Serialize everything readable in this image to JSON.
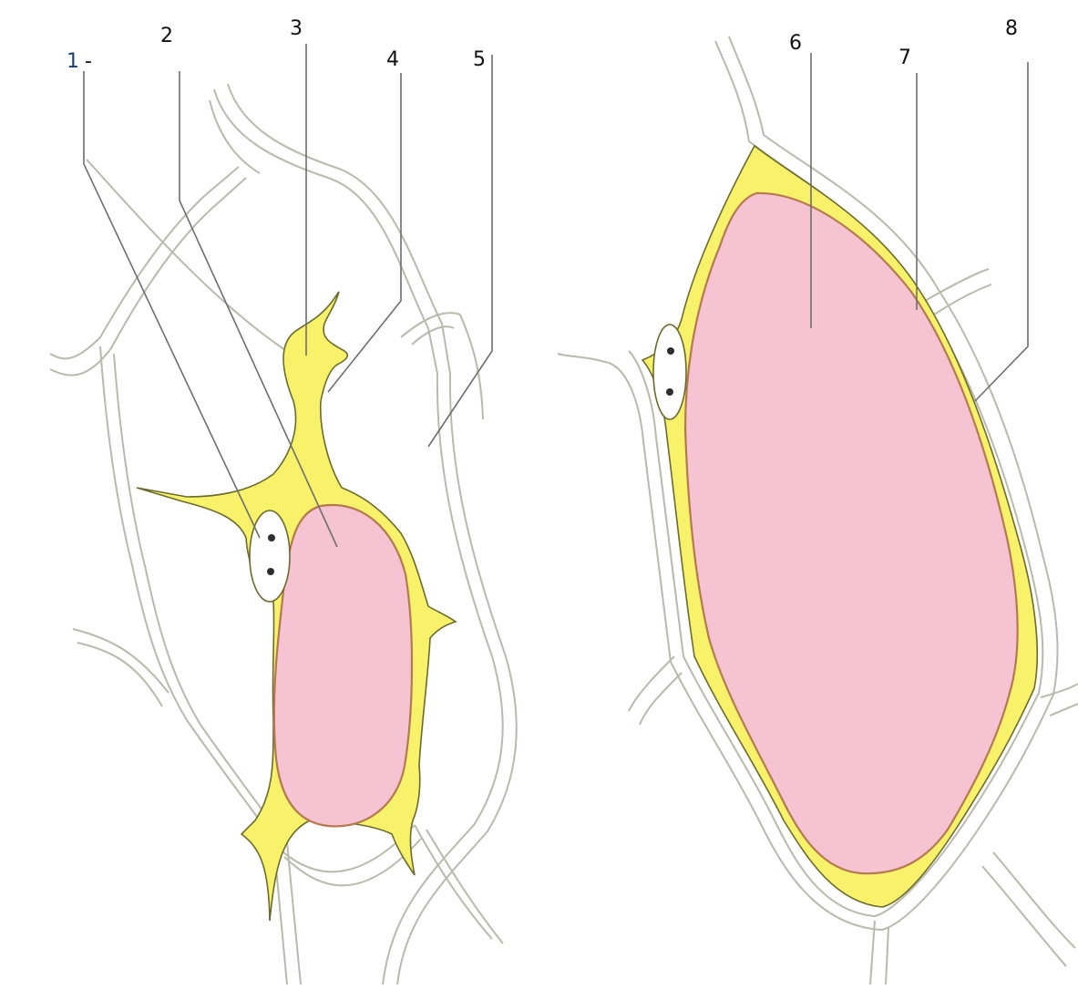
{
  "labels": [
    {
      "id": "1",
      "text": "1"
    },
    {
      "id": "2",
      "text": "2"
    },
    {
      "id": "3",
      "text": "3"
    },
    {
      "id": "4",
      "text": "4"
    },
    {
      "id": "5",
      "text": "5"
    },
    {
      "id": "6",
      "text": "6"
    },
    {
      "id": "7",
      "text": "7"
    },
    {
      "id": "8",
      "text": "8"
    }
  ],
  "colors": {
    "cytoplasm": "#f7f26a",
    "vacuole": "#f6c3d3",
    "cell_wall": "#b9b9ad",
    "nucleus": "#ffffff"
  }
}
